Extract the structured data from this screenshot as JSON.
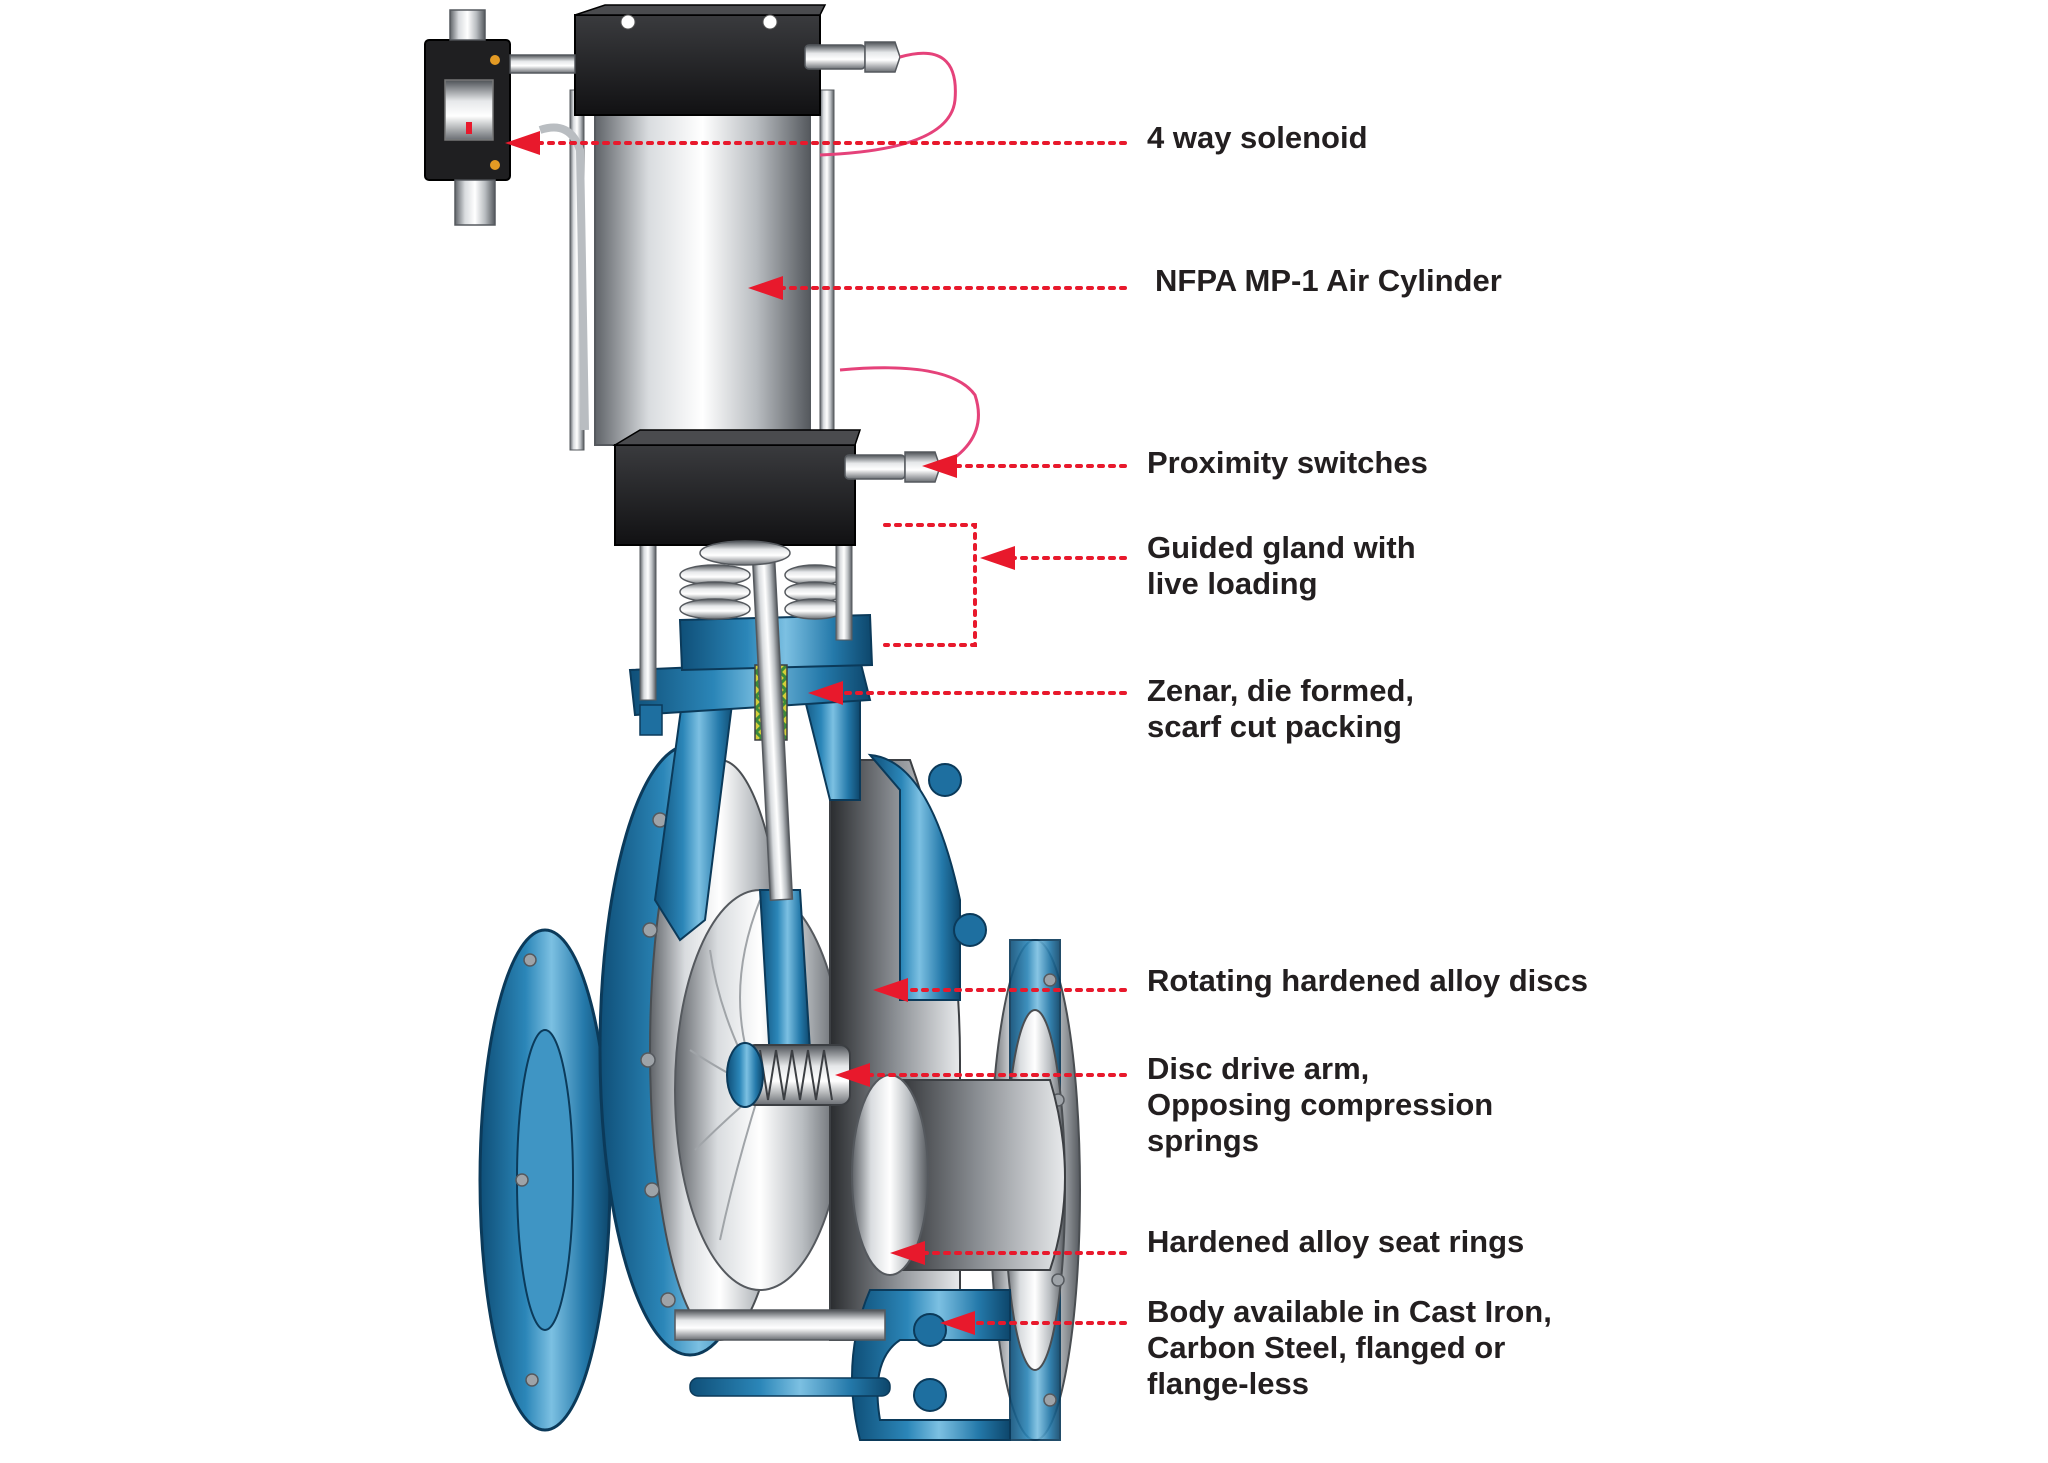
{
  "colors": {
    "leader": "#e8192c",
    "body_blue": "#1e6fa0",
    "body_blue_light": "#5aa7cf",
    "steel_dark": "#6d7176",
    "steel_light": "#f2f3f4",
    "black_block": "#1f1f21",
    "wire_pink": "#e5427a",
    "packing_yellow": "#d4cf3a",
    "packing_green": "#3b8a3a",
    "text": "#231f20"
  },
  "callouts": [
    {
      "id": "solenoid",
      "lines": [
        "4 way solenoid"
      ]
    },
    {
      "id": "air-cylinder",
      "lines": [
        "NFPA MP-1 Air Cylinder"
      ]
    },
    {
      "id": "proximity-switches",
      "lines": [
        "Proximity switches"
      ]
    },
    {
      "id": "guided-gland",
      "lines": [
        "Guided gland with",
        "live loading"
      ]
    },
    {
      "id": "packing",
      "lines": [
        "Zenar, die formed,",
        "scarf cut packing"
      ]
    },
    {
      "id": "rotating-discs",
      "lines": [
        "Rotating hardened alloy discs"
      ]
    },
    {
      "id": "disc-drive-arm",
      "lines": [
        "Disc drive arm,",
        "Opposing compression",
        "springs"
      ]
    },
    {
      "id": "seat-rings",
      "lines": [
        "Hardened alloy seat rings"
      ]
    },
    {
      "id": "body-material",
      "lines": [
        "Body available in Cast Iron,",
        "Carbon Steel, flanged or",
        "flange-less"
      ]
    }
  ]
}
